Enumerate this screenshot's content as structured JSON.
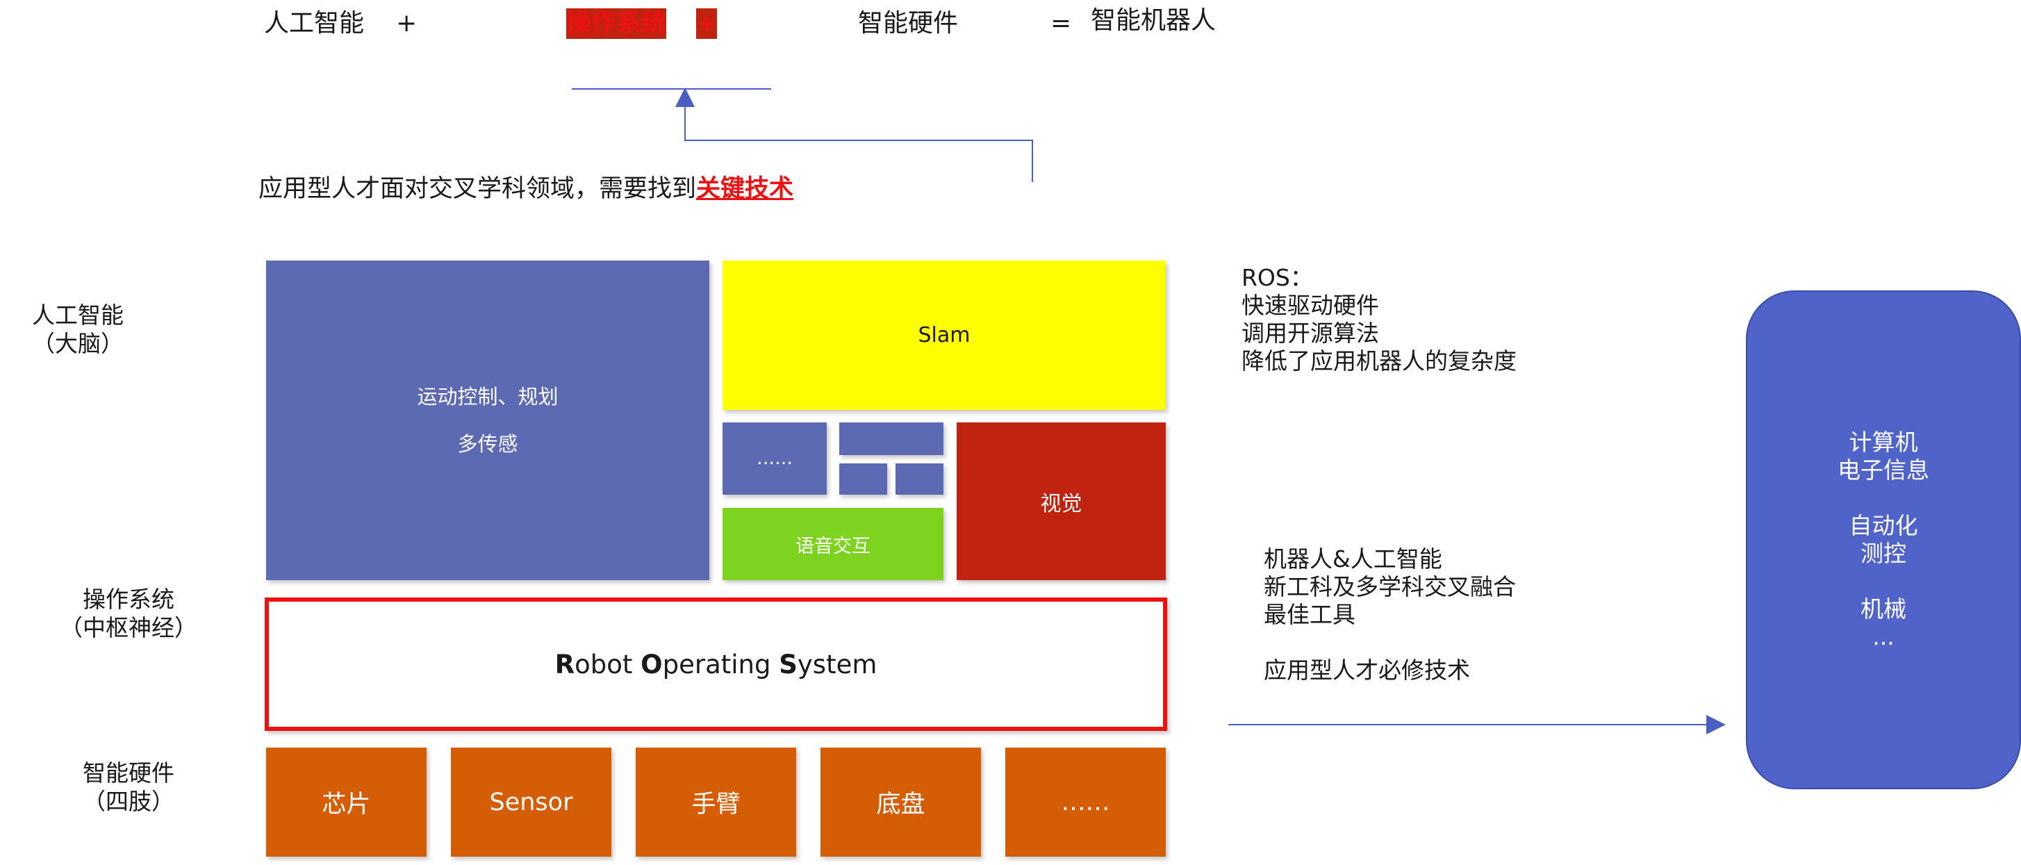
{
  "equation": {
    "ai": "人工智能",
    "plus1": "+",
    "os": "操作系统",
    "plus2": "+",
    "hardware": "智能硬件",
    "equals": "=",
    "robot": "智能机器人"
  },
  "subtitle": {
    "prefix": "应用型人才面对交叉学科领域，需要找到",
    "key": "关键技术"
  },
  "side_labels": {
    "ai_line1": "人工智能",
    "ai_line2": "（大脑）",
    "os_line1": "操作系统",
    "os_line2": "（中枢神经）",
    "hw_line1": "智能硬件",
    "hw_line2": "（四肢）"
  },
  "ai_layer": {
    "motion_line1": "运动控制、规划",
    "motion_line2": "多传感",
    "slam": "Slam",
    "more": "……",
    "vision": "视觉",
    "voice": "语音交互"
  },
  "os_layer": {
    "r": "R",
    "r_rest": "obot ",
    "o": "O",
    "o_rest": "perating ",
    "s": "S",
    "s_rest": "ystem"
  },
  "hw_layer": [
    "芯片",
    "Sensor",
    "手臂",
    "底盘",
    "……"
  ],
  "ros_notes": [
    "ROS：",
    "快速驱动硬件",
    "调用开源算法",
    "降低了应用机器人的复杂度"
  ],
  "value_notes": [
    "机器人&人工智能",
    "新工科及多学科交叉融合",
    "最佳工具",
    "",
    "应用型人才必修技术"
  ],
  "disciplines": {
    "group1": [
      "计算机",
      "电子信息"
    ],
    "group2": [
      "自动化",
      "测控"
    ],
    "group3": [
      "机械",
      "..."
    ]
  },
  "colors": {
    "purple": "#5b6ab2",
    "yellow": "#ffff00",
    "red": "#c0230f",
    "green": "#7ed321",
    "orange": "#d45d05",
    "accent_red": "#ee1111",
    "blue": "#4f63c9"
  }
}
